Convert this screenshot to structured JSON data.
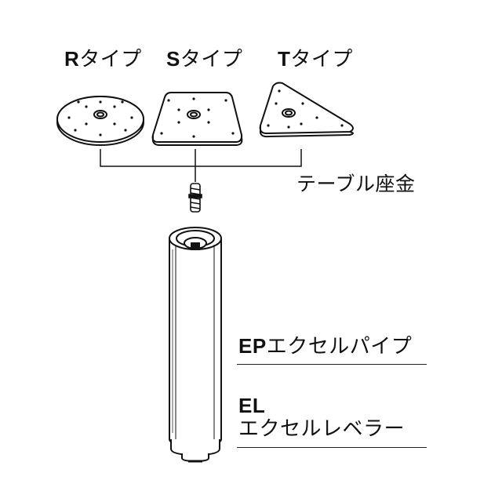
{
  "types": [
    {
      "letter": "R",
      "suffix": "タイプ"
    },
    {
      "letter": "S",
      "suffix": "タイプ"
    },
    {
      "letter": "T",
      "suffix": "タイプ"
    }
  ],
  "mount_label": "テーブル座金",
  "pipe": {
    "code": "EP",
    "name": "エクセルパイプ"
  },
  "leveler": {
    "code": "EL",
    "name": "エクセルレベラー"
  }
}
